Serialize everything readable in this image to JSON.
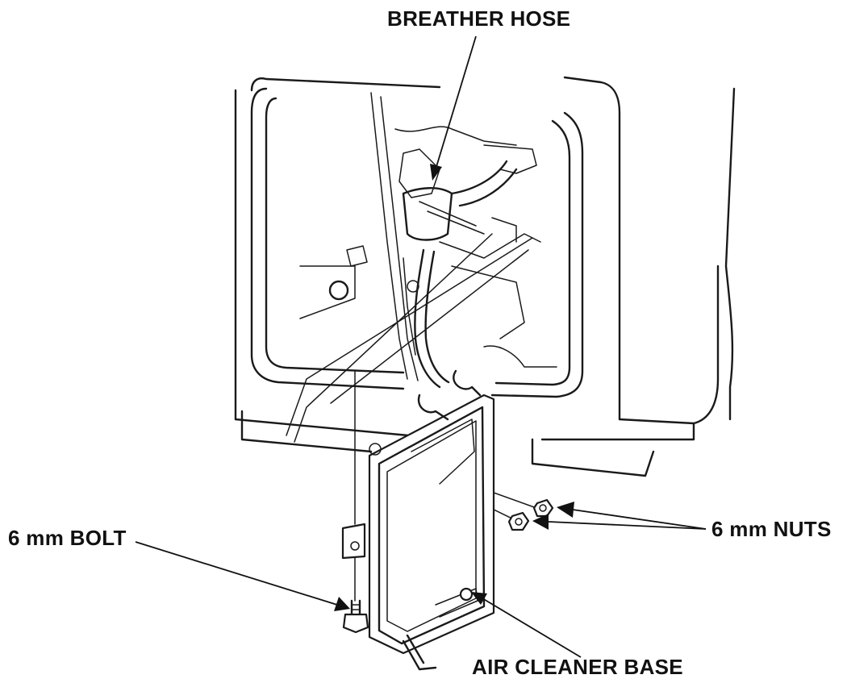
{
  "labels": {
    "breather_hose": "BREATHER HOSE",
    "nuts": "6 mm NUTS",
    "bolt": "6 mm BOLT",
    "air_cleaner_base": "AIR CLEANER BASE"
  },
  "colors": {
    "line": "#1a1a1a",
    "background": "#ffffff"
  }
}
